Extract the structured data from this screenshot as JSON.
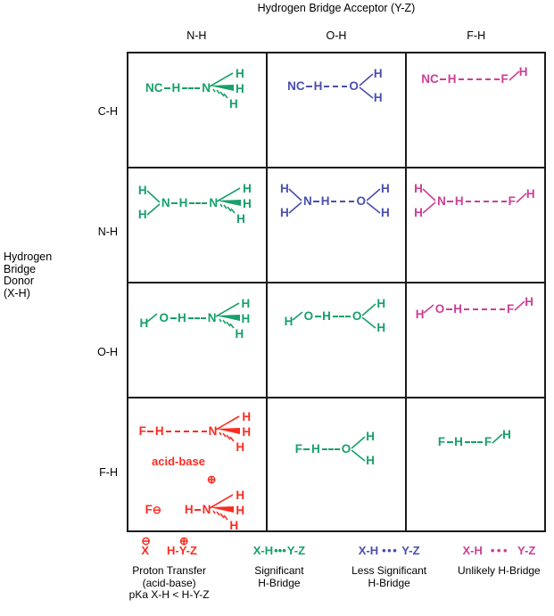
{
  "axes": {
    "acceptor_title": "Hydrogen Bridge Acceptor (Y-Z)",
    "donor_title": "Hydrogen Bridge Donor (X-H)",
    "donor_title_lines": [
      "Hydrogen",
      "Bridge",
      "Donor",
      "(X-H)"
    ],
    "columns": [
      "N-H",
      "O-H",
      "F-H"
    ],
    "rows": [
      "C-H",
      "N-H",
      "O-H",
      "F-H"
    ]
  },
  "colors": {
    "significant": "#17a06a",
    "less_significant": "#4a4fae",
    "unlikely": "#cc3f96",
    "proton_transfer": "#fb2c23",
    "grid": "#1a1a1a",
    "text": "#000000"
  },
  "cells": [
    {
      "row": "C-H",
      "col": "N-H",
      "donor": "NC-H",
      "acceptor": "N-H3",
      "bond_class": "significant",
      "bridge": "strong",
      "formula": "NC-H···NH3"
    },
    {
      "row": "C-H",
      "col": "O-H",
      "donor": "NC-H",
      "acceptor": "O-H2",
      "bond_class": "less_significant",
      "bridge": "medium",
      "formula": "NC-H···OH2"
    },
    {
      "row": "C-H",
      "col": "F-H",
      "donor": "NC-H",
      "acceptor": "F-H",
      "bond_class": "unlikely",
      "bridge": "weak",
      "formula": "NC-H···FH"
    },
    {
      "row": "N-H",
      "col": "N-H",
      "donor": "H2N-H",
      "acceptor": "N-H3",
      "bond_class": "significant",
      "bridge": "strong",
      "formula": "H2N-H···NH3"
    },
    {
      "row": "N-H",
      "col": "O-H",
      "donor": "H2N-H",
      "acceptor": "O-H2",
      "bond_class": "less_significant",
      "bridge": "medium",
      "formula": "H2N-H···OH2"
    },
    {
      "row": "N-H",
      "col": "F-H",
      "donor": "H2N-H",
      "acceptor": "F-H",
      "bond_class": "unlikely",
      "bridge": "weak",
      "formula": "H2N-H···FH"
    },
    {
      "row": "O-H",
      "col": "N-H",
      "donor": "HO-H",
      "acceptor": "N-H3",
      "bond_class": "significant",
      "bridge": "strong",
      "formula": "HO-H···NH3"
    },
    {
      "row": "O-H",
      "col": "O-H",
      "donor": "HO-H",
      "acceptor": "O-H2",
      "bond_class": "significant",
      "bridge": "strong",
      "formula": "HO-H···OH2"
    },
    {
      "row": "O-H",
      "col": "F-H",
      "donor": "HO-H",
      "acceptor": "F-H",
      "bond_class": "unlikely",
      "bridge": "weak",
      "formula": "HO-H···FH"
    },
    {
      "row": "F-H",
      "col": "N-H",
      "donor": "F-H",
      "acceptor": "N-H3",
      "bond_class": "proton_transfer",
      "bridge": "weak",
      "formula": "F-H···NH3",
      "annotation": "acid-base",
      "products": {
        "anion": "F",
        "anion_charge": "⊖",
        "cation": "H-NH3",
        "cation_charge": "⊕"
      }
    },
    {
      "row": "F-H",
      "col": "O-H",
      "donor": "F-H",
      "acceptor": "O-H2",
      "bond_class": "significant",
      "bridge": "strong",
      "formula": "F-H···OH2"
    },
    {
      "row": "F-H",
      "col": "F-H",
      "donor": "F-H",
      "acceptor": "F-H",
      "bond_class": "significant",
      "bridge": "strong",
      "formula": "F-H···FH"
    }
  ],
  "atoms": {
    "N": "N",
    "C": "C",
    "O": "O",
    "F": "F",
    "H": "H",
    "NC": "NC"
  },
  "legend": [
    {
      "symbol_left": "X",
      "symbol_right": "H-Y-Z",
      "charge_left": "⊖",
      "charge_right": "⊕",
      "color_key": "proton_transfer",
      "description_lines": [
        "Proton Transfer",
        "(acid-base)",
        "pKa X-H < H-Y-Z"
      ]
    },
    {
      "symbol": "X-H",
      "dots": "•••",
      "symbol_tail": "Y-Z",
      "color_key": "significant",
      "description_lines": [
        "Significant",
        "H-Bridge"
      ]
    },
    {
      "symbol": "X-H",
      "dots": "•••",
      "symbol_tail": "Y-Z",
      "color_key": "less_significant",
      "description_lines": [
        "Less Significant",
        "H-Bridge"
      ]
    },
    {
      "symbol": "X-H",
      "dots": "•••",
      "symbol_tail": "Y-Z",
      "color_key": "unlikely",
      "description_lines": [
        "Unlikely H-Bridge"
      ]
    }
  ]
}
